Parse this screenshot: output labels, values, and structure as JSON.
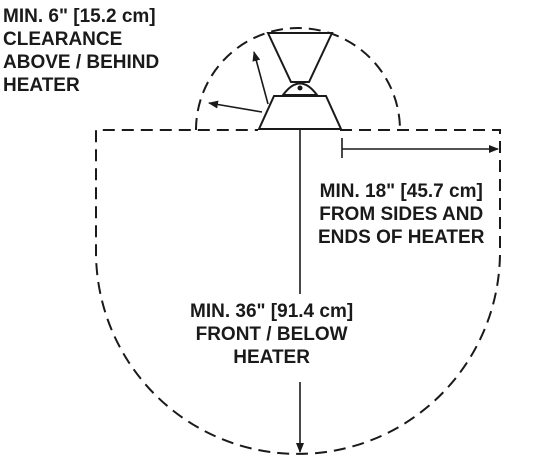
{
  "labels": {
    "above_behind": [
      "MIN. 6\" [15.2 cm]",
      "CLEARANCE",
      "ABOVE / BEHIND",
      "HEATER"
    ],
    "sides_ends": [
      "MIN. 18\" [45.7 cm]",
      "FROM SIDES AND",
      "ENDS OF HEATER"
    ],
    "front_below": [
      "MIN. 36\" [91.4 cm]",
      "FRONT / BELOW",
      "HEATER"
    ]
  },
  "colors": {
    "ink": "#1a1a1a",
    "background": "#ffffff"
  }
}
